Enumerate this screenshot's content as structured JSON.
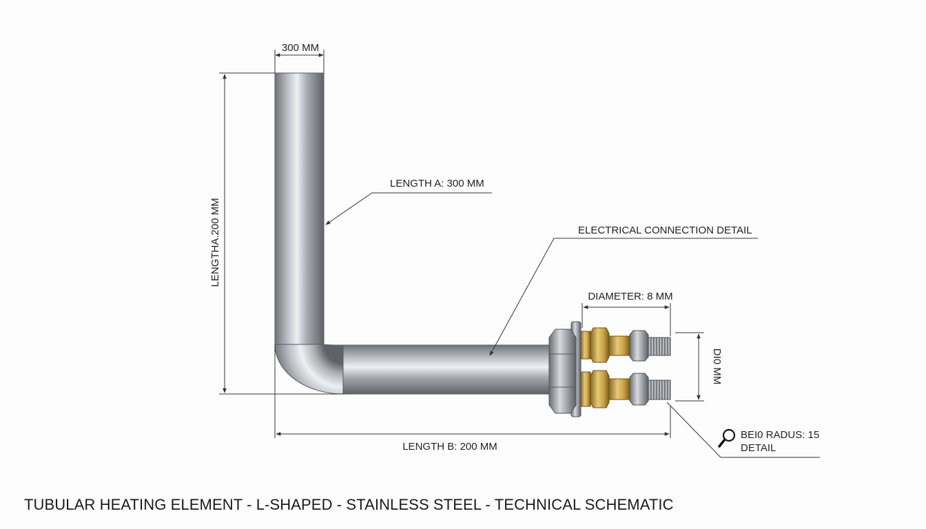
{
  "title": "TUBULAR HEATING ELEMENT - L-SHAPED - STAINLESS STEEL - TECHNICAL SCHEMATIC",
  "labels": {
    "top_width": "300 MM",
    "vertical_length": "LENGTHA.200 MM",
    "length_a": "LENGTH A: 300 MM",
    "electrical": "ELECTRICAL CONNECTION DETAIL",
    "diameter": "DIAMETER: 8 MM",
    "terminal_dim": "DI0 MM",
    "length_b": "LENGTH B: 200 MM",
    "bend_radius": "BEI0 RADUS: 15",
    "bend_detail": "DETAIL"
  },
  "icons": [
    "magnifier-icon"
  ],
  "colors": {
    "steel_dark": "#6f7378",
    "steel_light": "#eef0f2",
    "brass": "#c9a44a",
    "line": "#333333"
  }
}
